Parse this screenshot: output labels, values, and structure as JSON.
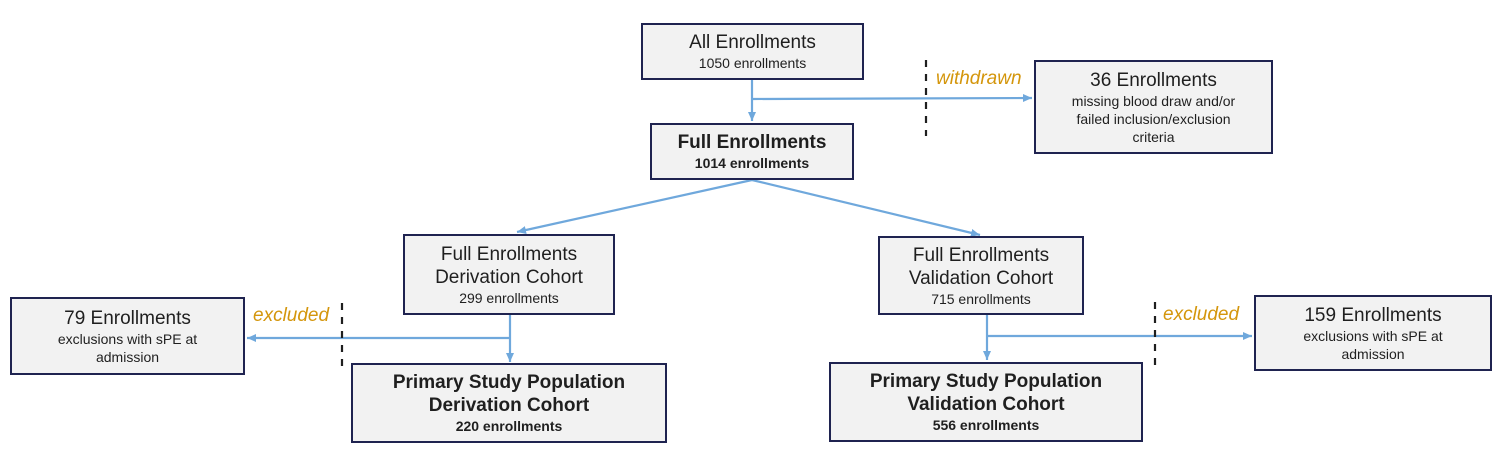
{
  "nodes": {
    "all": {
      "title": "All Enrollments",
      "sub": "1050 enrollments"
    },
    "full": {
      "title": "Full Enrollments",
      "sub": "1014 enrollments"
    },
    "withdrawn_box": {
      "title": "36 Enrollments",
      "sub": "missing blood draw and/or failed inclusion/exclusion criteria"
    },
    "deriv": {
      "title1": "Full Enrollments",
      "title2": "Derivation Cohort",
      "sub": "299 enrollments"
    },
    "valid": {
      "title1": "Full Enrollments",
      "title2": "Validation Cohort",
      "sub": "715 enrollments"
    },
    "excl_left": {
      "title": "79 Enrollments",
      "sub": "exclusions with sPE at admission"
    },
    "excl_right": {
      "title": "159 Enrollments",
      "sub": "exclusions with sPE at admission"
    },
    "primary_deriv": {
      "title1": "Primary Study Population",
      "title2": "Derivation Cohort",
      "sub": "220 enrollments"
    },
    "primary_valid": {
      "title1": "Primary Study Population",
      "title2": "Validation Cohort",
      "sub": "556 enrollments"
    }
  },
  "labels": {
    "withdrawn": "withdrawn",
    "excluded_left": "excluded",
    "excluded_right": "excluded"
  },
  "colors": {
    "arrow": "#6fa8dc",
    "box_border": "#1f2350",
    "box_fill": "#f2f2f2",
    "label": "#d4960c"
  }
}
